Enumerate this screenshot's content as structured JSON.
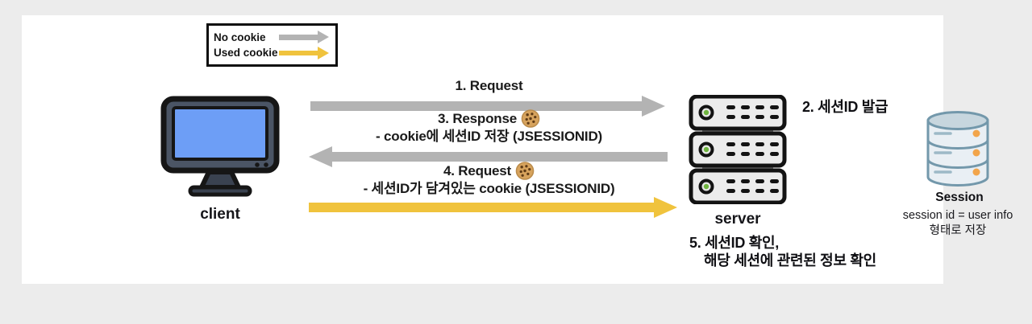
{
  "legend": {
    "items": [
      {
        "label": "No cookie",
        "arrow_color": "#b3b3b3"
      },
      {
        "label": "Used cookie",
        "arrow_color": "#f0c33d"
      }
    ]
  },
  "client": {
    "label": "client"
  },
  "server": {
    "label": "server"
  },
  "flows": [
    {
      "label": "1. Request",
      "sub": "",
      "direction": "right",
      "cookie": false,
      "style": "no_cookie"
    },
    {
      "label": "3. Response",
      "sub": "- cookie에 세션ID 저장 (JSESSIONID)",
      "direction": "left",
      "cookie": true,
      "style": "no_cookie"
    },
    {
      "label": "4. Request",
      "sub": "- 세션ID가 담겨있는 cookie (JSESSIONID)",
      "direction": "right",
      "cookie": true,
      "style": "used_cookie"
    }
  ],
  "annotations": {
    "step2": "2. 세션ID 발급",
    "step5_line1": "5. 세션ID 확인,",
    "step5_line2": "해당 세션에 관련된 정보 확인"
  },
  "session_store": {
    "title": "Session",
    "desc_line1": "session id = user info",
    "desc_line2": "형태로 저장"
  },
  "icons": {
    "client": "monitor-icon",
    "server": "server-stack-icon",
    "session_store": "database-icon",
    "cookie": "cookie-icon"
  },
  "colors": {
    "no_cookie_arrow": "#b3b3b3",
    "used_cookie_arrow": "#f0c33d",
    "screen_blue": "#6d9ef6",
    "led_green": "#6fb53f",
    "db_dot_orange": "#f2a54b",
    "panel_bg": "#ffffff",
    "page_bg": "#ececec"
  }
}
